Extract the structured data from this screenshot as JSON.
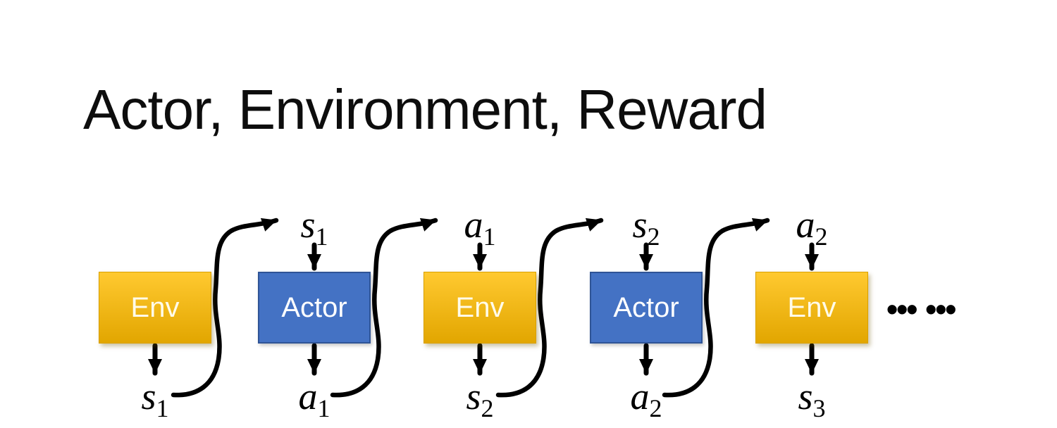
{
  "title": "Actor, Environment, Reward",
  "boxes": [
    {
      "label": "Env",
      "type": "env"
    },
    {
      "label": "Actor",
      "type": "actor"
    },
    {
      "label": "Env",
      "type": "env"
    },
    {
      "label": "Actor",
      "type": "actor"
    },
    {
      "label": "Env",
      "type": "env"
    }
  ],
  "top_labels": [
    {
      "base": "s",
      "sub": "1"
    },
    {
      "base": "a",
      "sub": "1"
    },
    {
      "base": "s",
      "sub": "2"
    },
    {
      "base": "a",
      "sub": "2"
    }
  ],
  "bottom_labels": [
    {
      "base": "s",
      "sub": "1"
    },
    {
      "base": "a",
      "sub": "1"
    },
    {
      "base": "s",
      "sub": "2"
    },
    {
      "base": "a",
      "sub": "2"
    },
    {
      "base": "s",
      "sub": "3"
    }
  ],
  "ellipsis": "••• •••",
  "colors": {
    "env_top": "#ffc930",
    "env_bottom": "#e2a600",
    "env_border": "#d9a000",
    "env_text": "#fffbe9",
    "actor_fill": "#4472c4",
    "actor_border": "#2f5496",
    "actor_text": "#ffffff",
    "arrow_color": "#000000",
    "title_color": "#0d0d0d",
    "bg": "#ffffff"
  }
}
